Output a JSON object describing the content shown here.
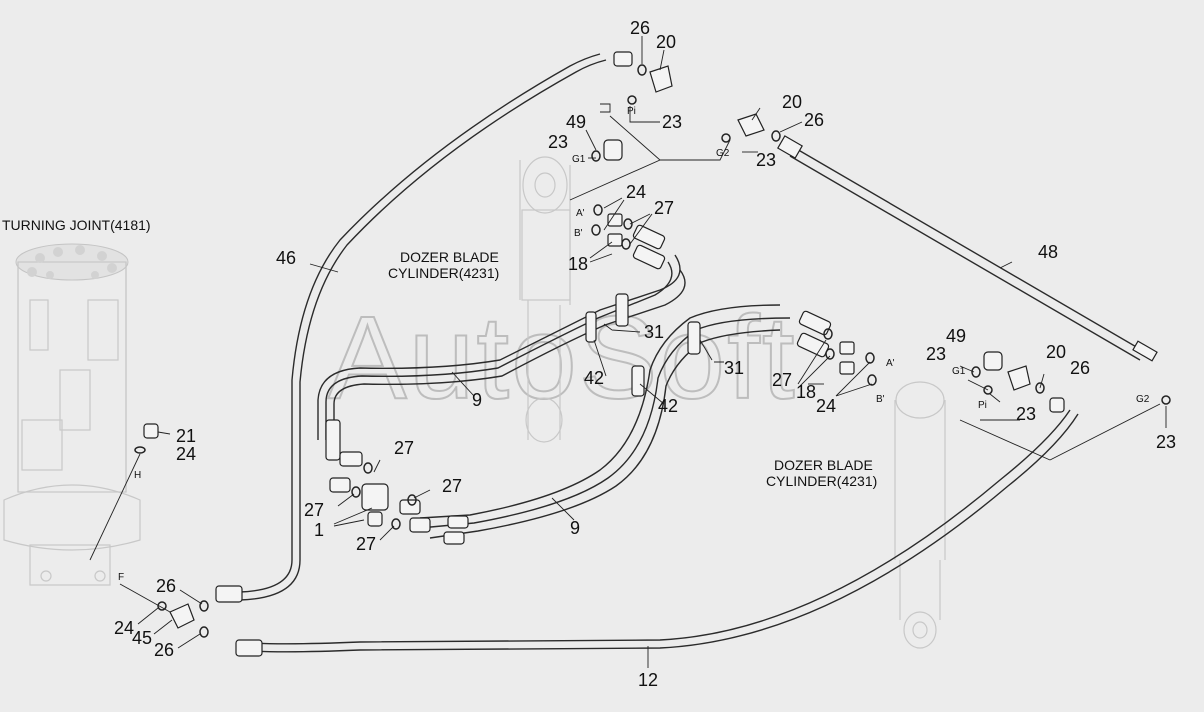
{
  "labels": {
    "turning_joint": "TURNING JOINT(4181)",
    "dozer_blade_top_line1": "DOZER BLADE",
    "dozer_blade_top_line2": "CYLINDER(4231)",
    "dozer_blade_right_line1": "DOZER BLADE",
    "dozer_blade_right_line2": "CYLINDER(4231)"
  },
  "watermark": "AutoSoft",
  "ports": {
    "pi_top": "Pi",
    "g1_top": "G1",
    "g2_top": "G2",
    "a_top": "A'",
    "b_top": "B'",
    "a_right": "A'",
    "b_right": "B'",
    "g1_right": "G1",
    "pi_right": "Pi",
    "g2_right": "G2",
    "h": "H",
    "f": "F"
  },
  "part_numbers": {
    "p26_top": "26",
    "p20_top": "20",
    "p23_top_pi": "23",
    "p49_top": "49",
    "p23_top_g1": "23",
    "p20_mid": "20",
    "p26_mid": "26",
    "p23_mid_g2": "23",
    "p24_top": "24",
    "p27_top": "27",
    "p18_top": "18",
    "p46": "46",
    "p48": "48",
    "p31_a": "31",
    "p31_b": "31",
    "p42_a": "42",
    "p42_b": "42",
    "p9_a": "9",
    "p9_b": "9",
    "p49_right": "49",
    "p23_right_g1": "23",
    "p20_right": "20",
    "p26_right": "26",
    "p23_right_pi": "23",
    "p27_right": "27",
    "p18_right": "18",
    "p24_right": "24",
    "p23_g2_right": "23",
    "p21": "21",
    "p24_left": "24",
    "p27_c1": "27",
    "p27_c2": "27",
    "p27_c3": "27",
    "p27_c4": "27",
    "p1": "1",
    "p26_bl1": "26",
    "p24_bl": "24",
    "p45": "45",
    "p26_bl2": "26",
    "p12": "12"
  }
}
